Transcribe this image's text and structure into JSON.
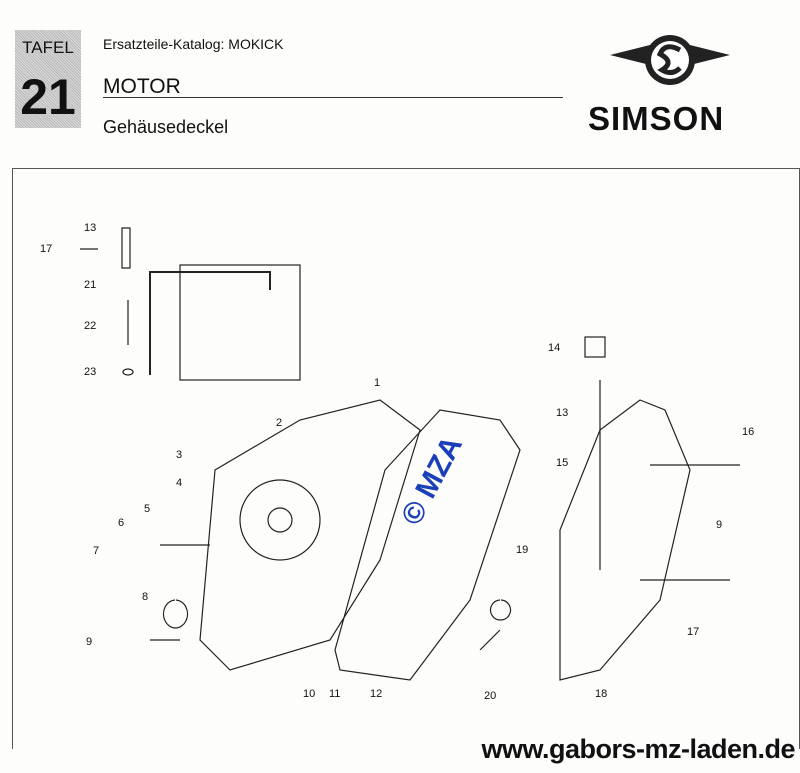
{
  "header": {
    "tafel_label": "TAFEL",
    "tafel_number": "21",
    "catalog": "Ersatzteile-Katalog: MOKICK",
    "section": "MOTOR",
    "subsection": "Gehäusedeckel",
    "brand": "SIMSON"
  },
  "watermark": "© MZA",
  "footer_url": "www.gabors-mz-laden.de",
  "callouts": [
    "13",
    "17",
    "21",
    "22",
    "23",
    "14",
    "1",
    "2",
    "3",
    "4",
    "5",
    "6",
    "7",
    "8",
    "9",
    "10",
    "11",
    "12",
    "13",
    "15",
    "16",
    "9",
    "17",
    "19",
    "20",
    "18"
  ],
  "colors": {
    "watermark": "#1a3fb8"
  }
}
